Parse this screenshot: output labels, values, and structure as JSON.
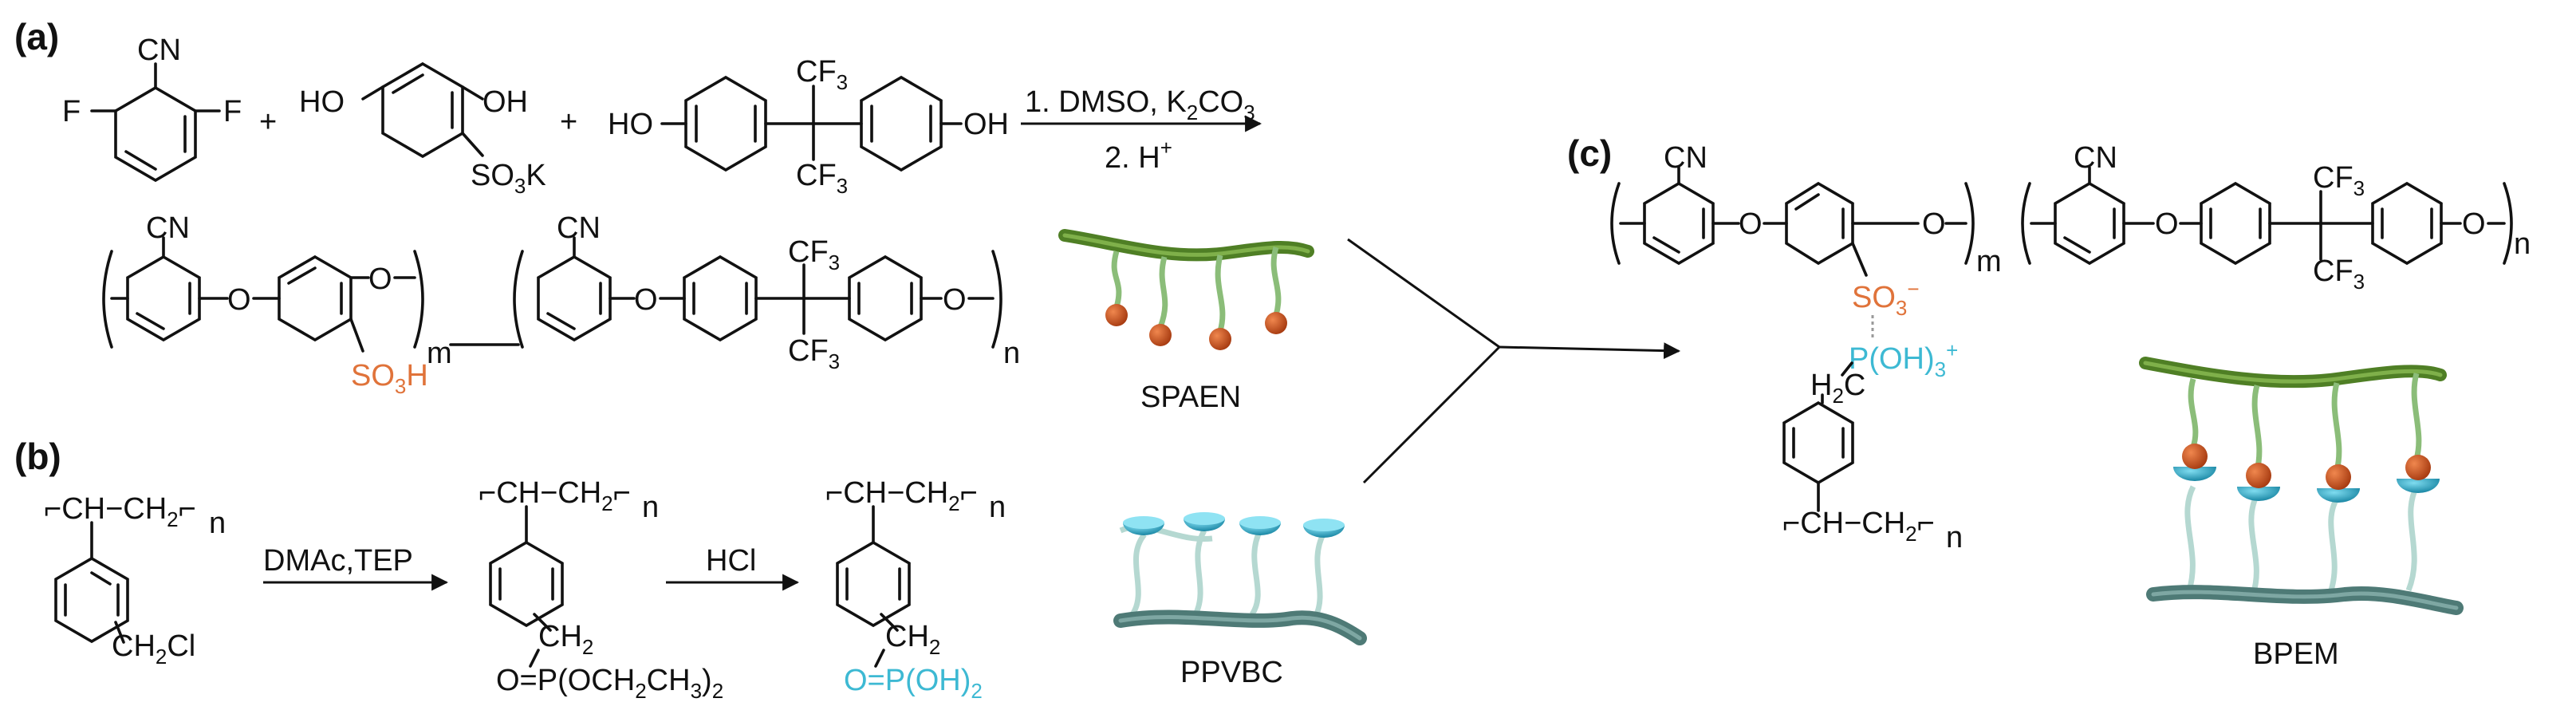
{
  "panels": {
    "a": {
      "label": "(a)",
      "monomer1": {
        "top": "CN",
        "left": "F",
        "right": "F"
      },
      "monomer2": {
        "left": "HO",
        "right": "OH",
        "sub": "SO3K"
      },
      "monomer3": {
        "left": "HO",
        "right": "OH",
        "top": "CF3",
        "bottom": "CF3"
      },
      "plus": "+",
      "conditions": [
        "1. DMSO, K2CO3",
        "2. H+"
      ],
      "product": {
        "cn": "CN",
        "o": "O",
        "m": "m",
        "n": "n",
        "cf3_top": "CF3",
        "cf3_bottom": "CF3",
        "so3h": "SO3H"
      }
    },
    "b": {
      "label": "(b)",
      "polymer1": {
        "backbone": "CH−CH2",
        "n": "n",
        "sub": "CH2Cl"
      },
      "step1": "DMAc,TEP",
      "polymer2": {
        "backbone": "CH−CH2",
        "n": "n",
        "ch2": "CH2",
        "phos": "O=P(OCH2CH3)2"
      },
      "step2": "HCl",
      "polymer3": {
        "backbone": "CH−CH2",
        "n": "n",
        "ch2": "CH2",
        "phos": "O=P(OH)2"
      }
    },
    "c": {
      "label": "(c)",
      "cn": "CN",
      "o": "O",
      "m": "m",
      "n": "n",
      "cf3_top": "CF3",
      "cf3_bottom": "CF3",
      "so3": "SO3−",
      "p_oh": "P(OH)3+",
      "h2c": "H2C",
      "backbone": "CH−CH2",
      "n2": "n"
    }
  },
  "cartoons": {
    "spaen": {
      "label": "SPAEN",
      "backbone_color": "#5a8a2e",
      "bead_color": "#c9501c"
    },
    "ppvbc": {
      "label": "PPVBC",
      "backbone_color": "#5d8a86",
      "cup_color": "#2aa6c4"
    },
    "bpem": {
      "label": "BPEM"
    }
  }
}
